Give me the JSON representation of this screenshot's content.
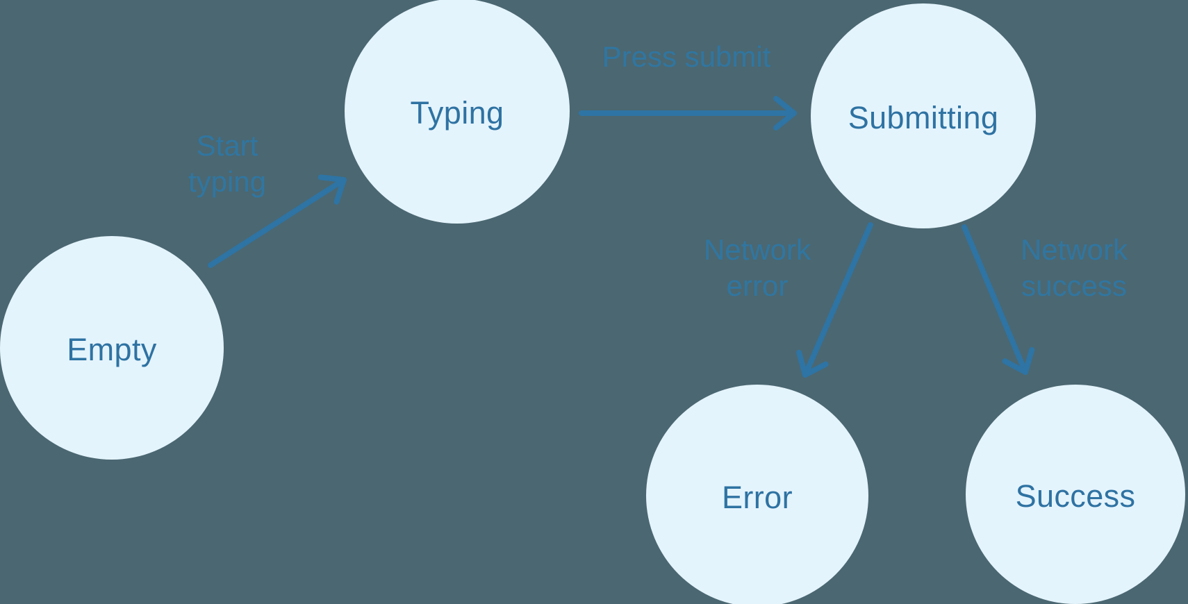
{
  "diagram": {
    "type": "state-machine",
    "nodes": [
      {
        "id": "empty",
        "label": "Empty"
      },
      {
        "id": "typing",
        "label": "Typing"
      },
      {
        "id": "submitting",
        "label": "Submitting"
      },
      {
        "id": "error",
        "label": "Error"
      },
      {
        "id": "success",
        "label": "Success"
      }
    ],
    "edges": [
      {
        "from": "empty",
        "to": "typing",
        "label": "Start typing",
        "label_lines": [
          "Start",
          "typing"
        ]
      },
      {
        "from": "typing",
        "to": "submitting",
        "label": "Press submit",
        "label_lines": [
          "Press submit"
        ]
      },
      {
        "from": "submitting",
        "to": "error",
        "label": "Network error",
        "label_lines": [
          "Network",
          "error"
        ]
      },
      {
        "from": "submitting",
        "to": "success",
        "label": "Network success",
        "label_lines": [
          "Network",
          "success"
        ]
      }
    ]
  },
  "colors": {
    "background": "#4B6771",
    "node_fill": "#E4F4FD",
    "node_text": "#2E72A2",
    "edge_label": "#2E78A6",
    "arrow": "#2E74A4"
  }
}
